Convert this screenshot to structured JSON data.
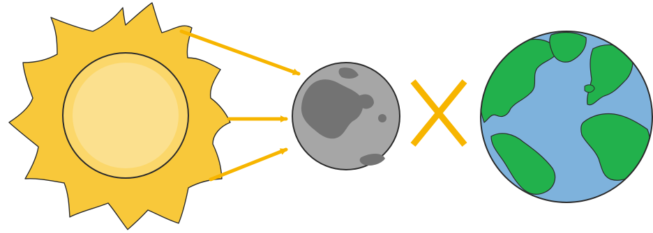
{
  "diagram": {
    "objects": [
      {
        "id": "sun",
        "icon": "sun-icon"
      },
      {
        "id": "moon",
        "icon": "moon-icon"
      },
      {
        "id": "cross",
        "icon": "cross-icon"
      },
      {
        "id": "earth",
        "icon": "earth-icon"
      }
    ],
    "arrows": [
      {
        "from": "sun",
        "to": "moon"
      },
      {
        "from": "sun",
        "to": "moon"
      },
      {
        "from": "sun",
        "to": "moon"
      }
    ],
    "colors": {
      "sun_outer": "#f8c83a",
      "sun_ring": "#fbd76a",
      "sun_core": "#fbe08e",
      "arrow": "#f7b500",
      "moon": "#a6a6a6",
      "moon_spots": "#737373",
      "cross": "#f7b500",
      "ocean": "#7eb2dc",
      "land": "#22b14c",
      "outline": "#2b2b2b"
    }
  }
}
